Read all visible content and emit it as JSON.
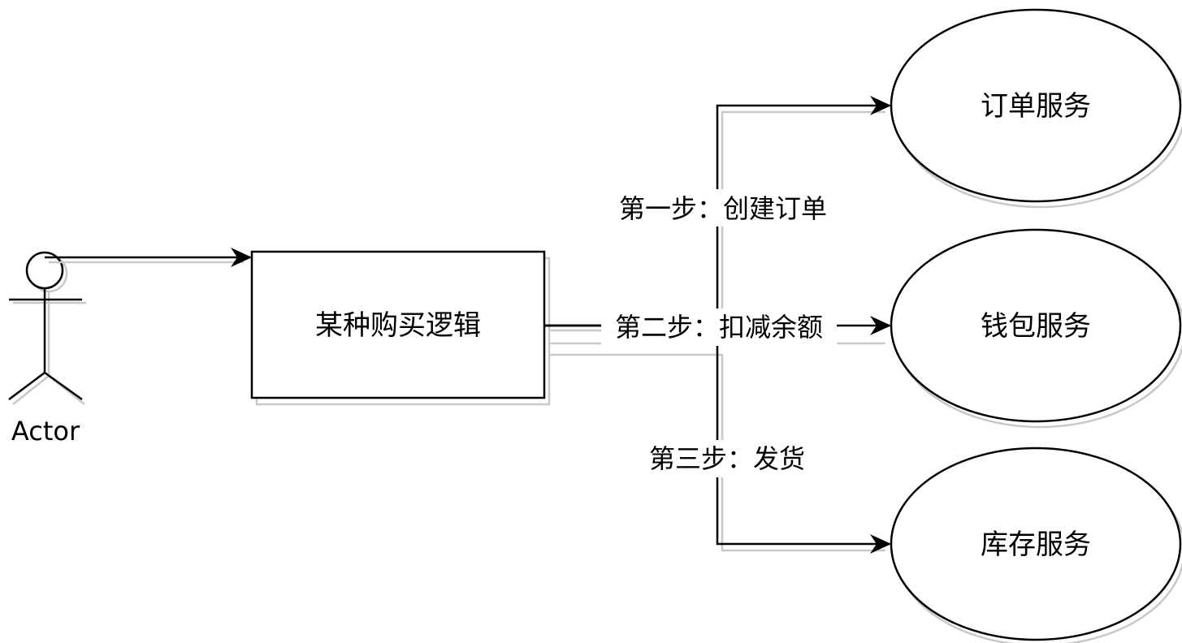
{
  "diagram": {
    "actor": {
      "label": "Actor"
    },
    "process": {
      "label": "某种购买逻辑"
    },
    "services": {
      "order": {
        "label": "订单服务"
      },
      "wallet": {
        "label": "钱包服务"
      },
      "inventory": {
        "label": "库存服务"
      }
    },
    "steps": {
      "step1": {
        "label": "第一步：创建订单"
      },
      "step2": {
        "label": "第二步：扣减余额"
      },
      "step3": {
        "label": "第三步：发货"
      }
    },
    "colors": {
      "stroke": "#000000",
      "shadow": "#c8c8c8",
      "fill": "#ffffff"
    }
  }
}
